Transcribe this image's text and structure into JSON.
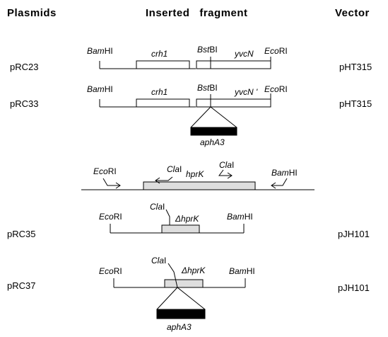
{
  "headers": {
    "plasmids": "Plasmids",
    "fragment": "Inserted   fragment",
    "vector": "Vector"
  },
  "rows": {
    "pRC23": {
      "name": "pRC23",
      "vector": "pHT315"
    },
    "pRC33": {
      "name": "pRC33",
      "vector": "pHT315"
    },
    "pRC35": {
      "name": "pRC35",
      "vector": "pJH101"
    },
    "pRC37": {
      "name": "pRC37",
      "vector": "pJH101"
    }
  },
  "labels": {
    "bamhi_italic": "Bam",
    "bamhi_suffix": "HI",
    "ecori_italic": "Eco",
    "ecori_suffix": "RI",
    "bstbi_italic": "Bst",
    "bstbi_suffix": "BI",
    "clai_italic": "Cla",
    "clai_suffix": "I",
    "crh1": "crh1",
    "yvcN": "yvcN",
    "yvcN_prime": "yvcN '",
    "hprK": "hprK",
    "delta_hprK": "ΔhprK",
    "aphA3": "aphA3"
  },
  "colors": {
    "line": "#000000",
    "gene_box_fill": "#dedede",
    "cassette_fill": "#000000"
  }
}
